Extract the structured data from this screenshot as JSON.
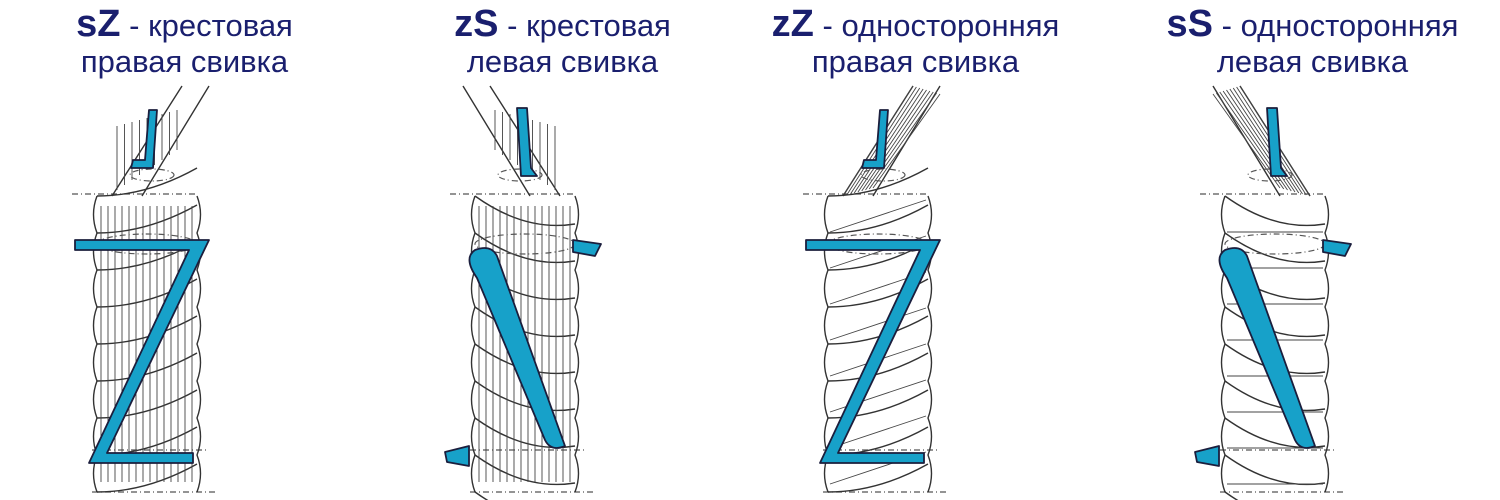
{
  "panels": [
    {
      "code": "sZ",
      "sep": " - ",
      "line1": "крестовая",
      "line2": "правая свивка",
      "wire": "vertical",
      "lay": "Z"
    },
    {
      "code": "zS",
      "sep": " - ",
      "line1": "крестовая",
      "line2": "левая свивка",
      "wire": "vertical",
      "lay": "S"
    },
    {
      "code": "zZ",
      "sep": " - ",
      "line1": "односторонняя",
      "line2": "правая свивка",
      "wire": "diagonal",
      "lay": "Z"
    },
    {
      "code": "sS",
      "sep": " - ",
      "line1": "односторонняя",
      "line2": "левая свивка",
      "wire": "diagonal-rev",
      "lay": "S"
    }
  ],
  "colors": {
    "accent": "#17a1c9",
    "caption": "#1a1f6e",
    "outline": "#1b1e3d"
  }
}
